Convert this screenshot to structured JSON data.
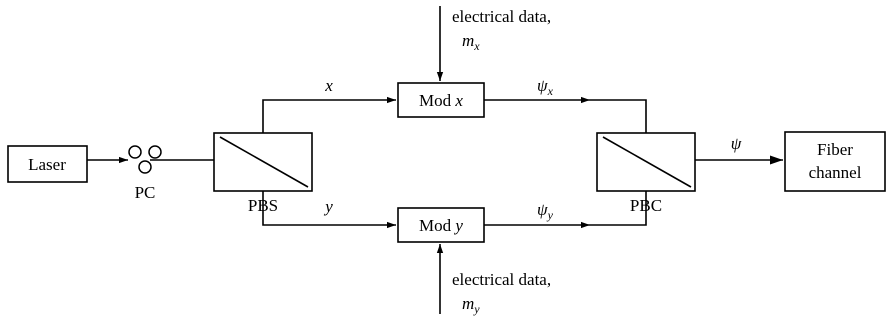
{
  "laser": "Laser",
  "pc": "PC",
  "pbs": "PBS",
  "pbc": "PBC",
  "mod_x": {
    "word": "Mod",
    "var": "x"
  },
  "mod_y": {
    "word": "Mod",
    "var": "y"
  },
  "fiber": {
    "line1": "Fiber",
    "line2": "channel"
  },
  "path_x": "x",
  "path_y": "y",
  "psi_x": {
    "symbol": "ψ",
    "sub": "x"
  },
  "psi_y": {
    "symbol": "ψ",
    "sub": "y"
  },
  "psi": "ψ",
  "elec_x": {
    "label": "electrical data,",
    "symbol": "m",
    "sub": "x"
  },
  "elec_y": {
    "label": "electrical data,",
    "symbol": "m",
    "sub": "y"
  }
}
